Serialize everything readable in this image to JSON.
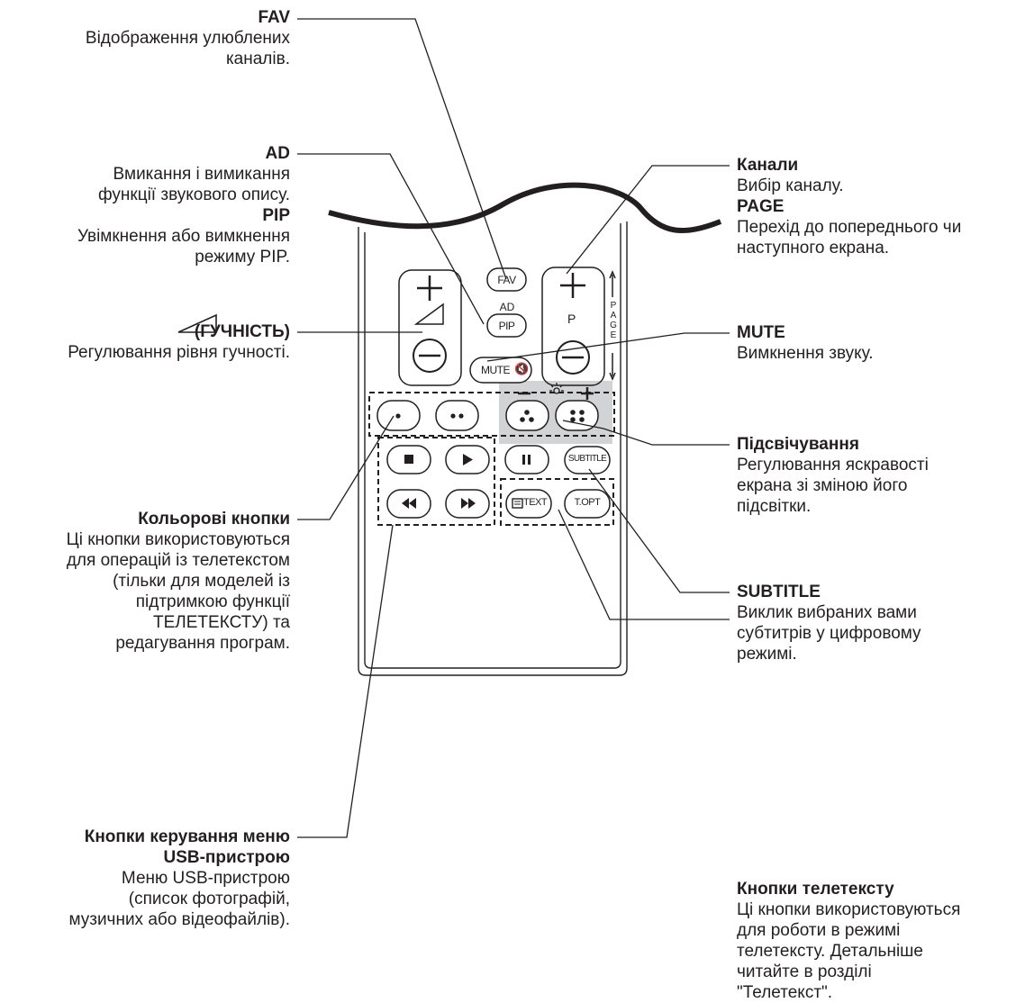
{
  "callouts": {
    "fav": {
      "title": "FAV",
      "desc": "Відображення улюблених\nканалів."
    },
    "ad": {
      "title": "AD",
      "desc": "Вмикання і вимикання\nфункції звукового опису."
    },
    "pip": {
      "title": "PIP",
      "desc": "Увімкнення або вимкнення\nрежиму PIP."
    },
    "volume": {
      "title": "(ГУЧНІСТЬ)",
      "desc": "Регулювання рівня гучності."
    },
    "color": {
      "title": "Кольорові кнопки",
      "desc": "Ці кнопки використовуються\nдля операцій із телетекстом\n(тільки для моделей із\nпідтримкою функції\nТЕЛЕТЕКСТУ) та\nредагування програм."
    },
    "usb": {
      "title": "Кнопки керування меню\nUSB-пристрою",
      "desc": "Меню USB-пристрою\n(список фотографій,\nмузичних або відеофайлів)."
    },
    "channels": {
      "title": "Канали",
      "desc": "Вибір каналу."
    },
    "page": {
      "title": "PAGE",
      "desc": "Перехід до попереднього чи\nнаступного екрана."
    },
    "mute": {
      "title": "MUTE",
      "desc": "Вимкнення звуку."
    },
    "backlight": {
      "title": "Підсвічування",
      "desc": "Регулювання яскравості\nекрана зі зміною його\nпідсвітки."
    },
    "subtitle": {
      "title": "SUBTITLE",
      "desc": "Виклик вибраних вами\nсубтитрів у цифровому\nрежимі."
    },
    "teletext": {
      "title": "Кнопки телетексту",
      "desc": "Ці кнопки використовуються\nдля роботи в режимі\nтелетексту. Детальніше\nчитайте в розділі\n\"Телетекст\"."
    }
  },
  "remote": {
    "fav_label": "FAV",
    "ad_label": "AD",
    "pip_label": "PIP",
    "mute_label": "MUTE",
    "p_label": "P",
    "page_letters": [
      "P",
      "A",
      "G",
      "E"
    ],
    "subtitle_label": "SUBTITLE",
    "text_label": "TEXT",
    "topt_label": "T.OPT",
    "plus_glyph": "+",
    "minus_glyph": "−"
  }
}
